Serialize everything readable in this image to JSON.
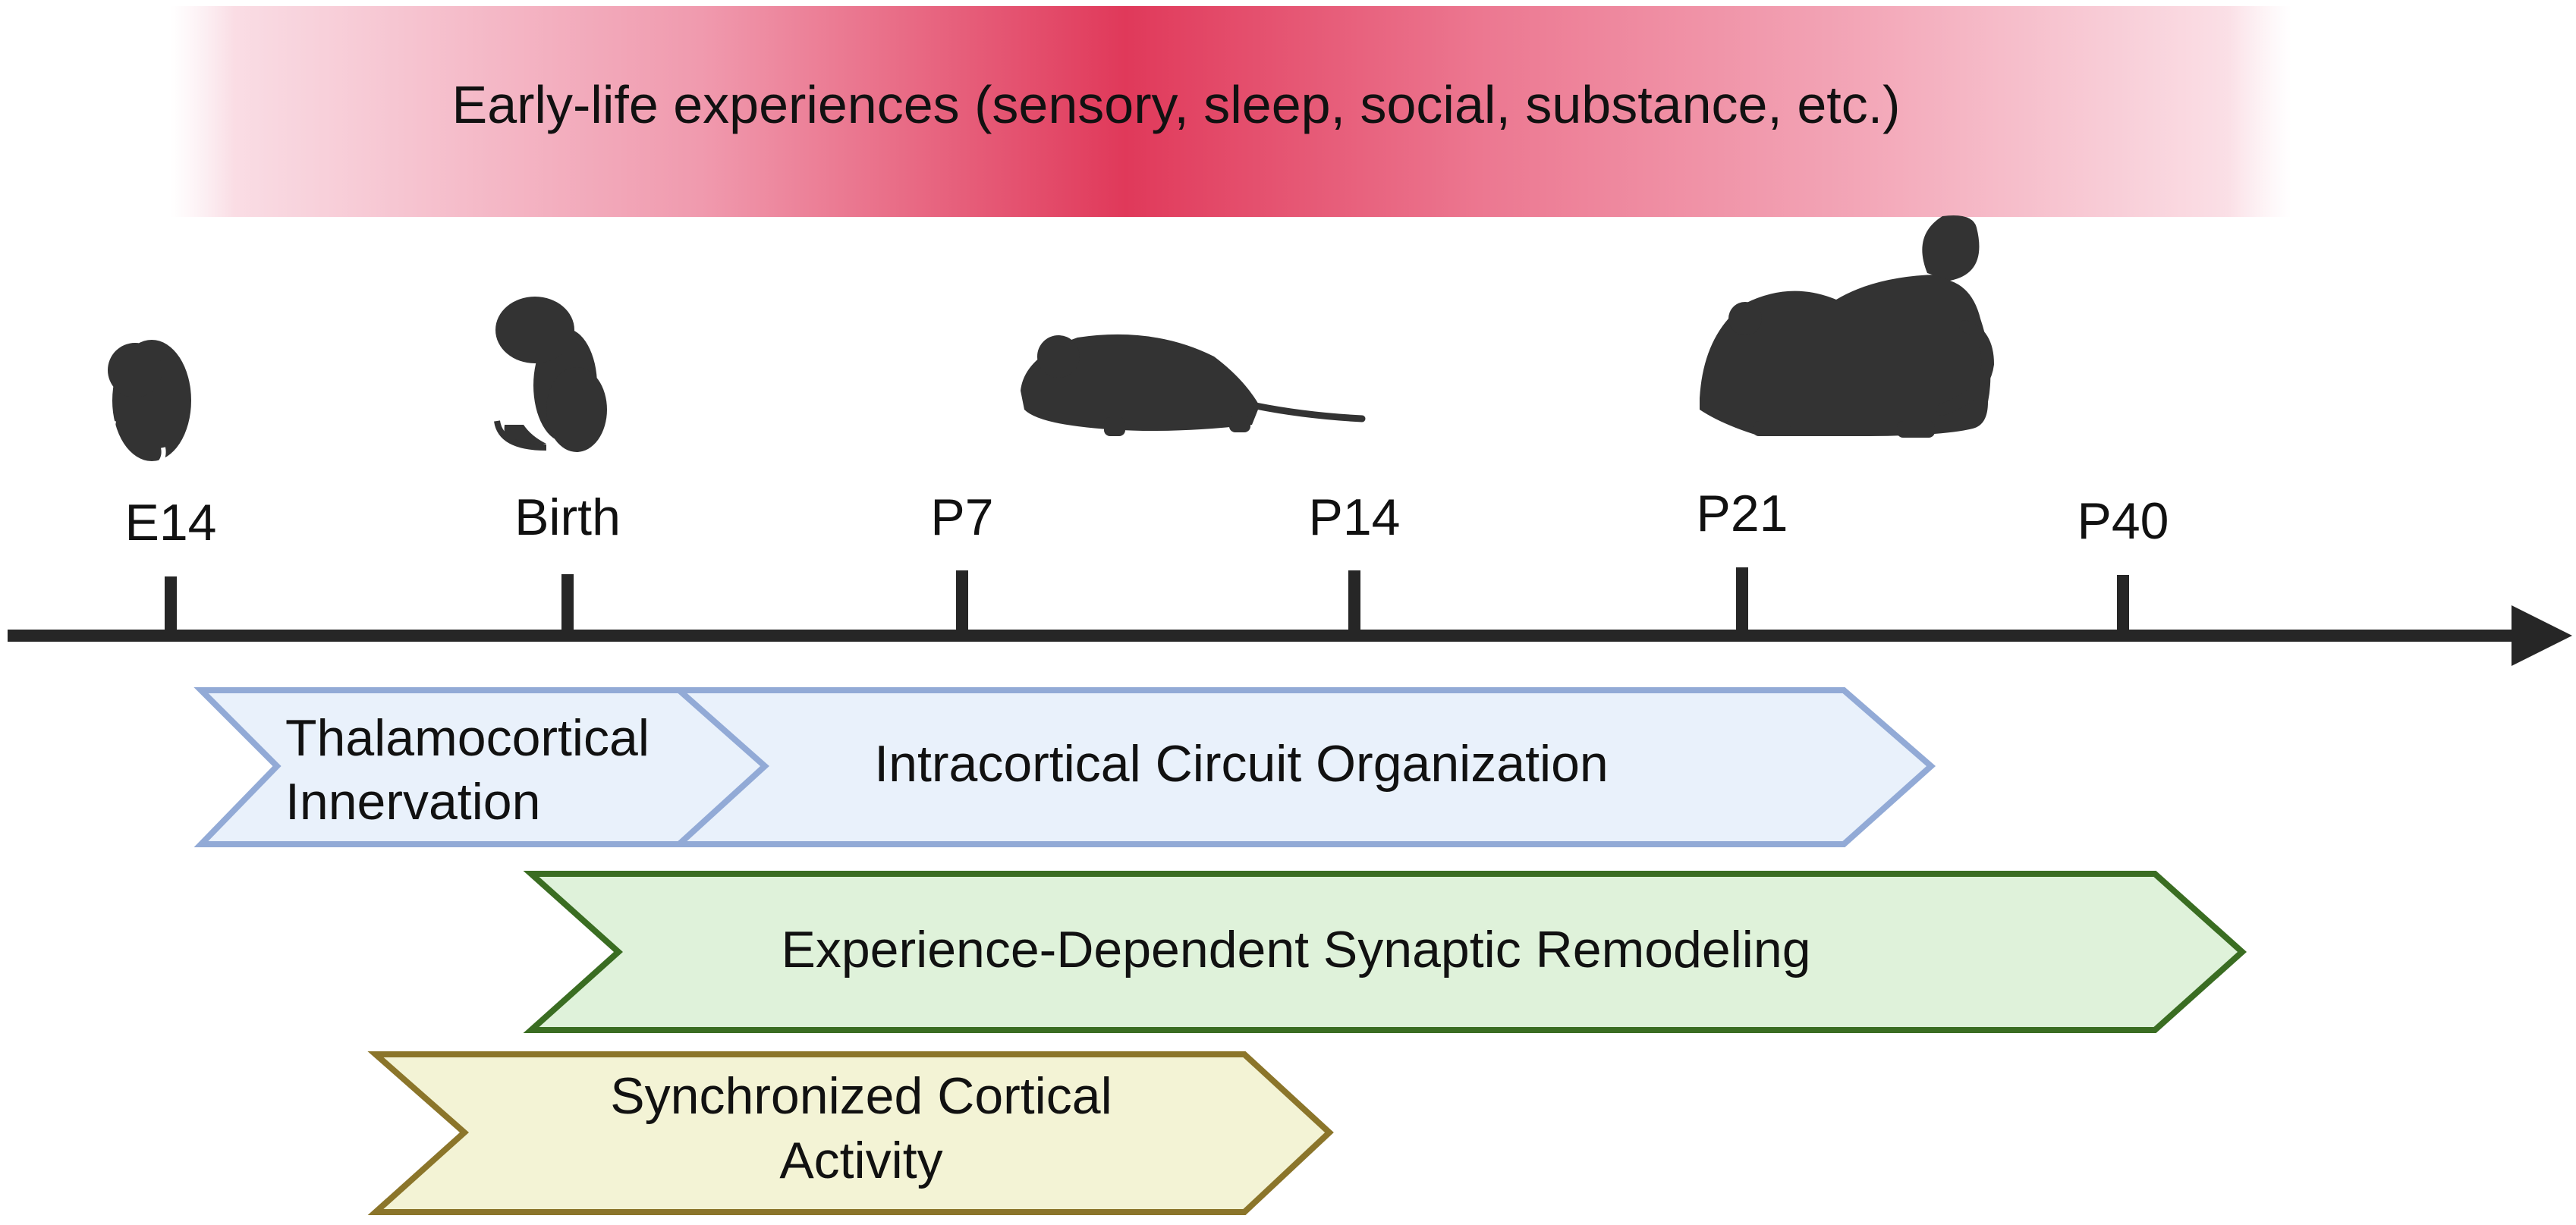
{
  "banner": {
    "text": "Early-life experiences (sensory, sleep, social, substance, etc.)",
    "colors": {
      "peak": "#e0395a",
      "edge": "#fbe6ec"
    }
  },
  "timeline": {
    "ticks": [
      {
        "label": "E14",
        "icon": "embryo-silhouette-icon"
      },
      {
        "label": "Birth",
        "icon": "newborn-pup-silhouette-icon"
      },
      {
        "label": "P7",
        "icon": ""
      },
      {
        "label": "P14",
        "icon": "juvenile-mouse-silhouette-icon"
      },
      {
        "label": "P21",
        "icon": "adult-mouse-silhouette-icon"
      },
      {
        "label": "P40",
        "icon": ""
      }
    ],
    "axis_color": "#262626",
    "silhouette_color": "#333333"
  },
  "phases": {
    "thalamocortical": {
      "line1": "Thalamocortical",
      "line2": "Innervation",
      "fill": "#e9f1fb",
      "stroke": "#92aad6"
    },
    "intracortical": {
      "label": "Intracortical Circuit Organization",
      "fill": "#e9f1fb",
      "stroke": "#92aad6"
    },
    "synaptic": {
      "label": "Experience-Dependent Synaptic Remodeling",
      "fill": "#dff2da",
      "stroke": "#3a6d22"
    },
    "synchronized": {
      "line1": "Synchronized Cortical",
      "line2": "Activity",
      "fill": "#f3f3d5",
      "stroke": "#8b752a"
    }
  }
}
